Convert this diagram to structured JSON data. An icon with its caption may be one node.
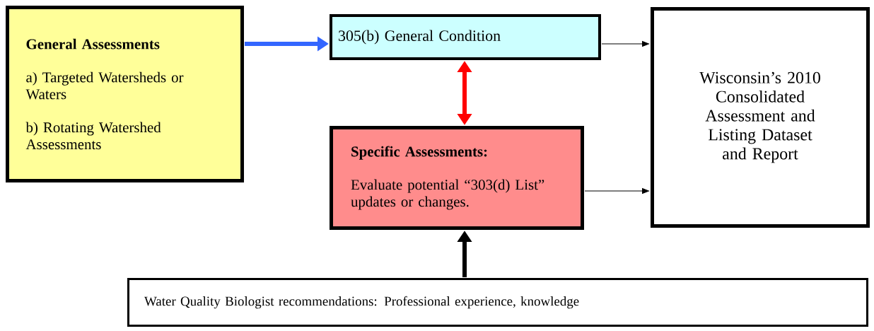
{
  "diagram": {
    "nodes": [
      {
        "text": [
          "General Assessments",
          "a) Targeted Watersheds or Waters",
          "b) Rotating Watershed Assessments"
        ]
      },
      {
        "text": [
          "305(b) General Condition"
        ]
      },
      {
        "text": [
          "Wisconsin’s 2010 Consolidated Assessment and Listing Dataset and Report"
        ]
      },
      {
        "text": [
          "Specific Assessments:",
          "Evaluate potential “303(d) List” updates or changes."
        ]
      },
      {
        "text": [
          "Water Quality Biologist recommendations: Professional experience, knowledge"
        ]
      }
    ],
    "edges": [
      {
        "from": 0,
        "to": 1,
        "arrow": "to",
        "color": "#3366ff"
      },
      {
        "from": 1,
        "to": 2,
        "arrow": "to"
      },
      {
        "from": 1,
        "to": 3,
        "arrow": "both",
        "color": "#ff0000"
      },
      {
        "from": 3,
        "to": 2,
        "arrow": "to"
      },
      {
        "from": 4,
        "to": 3,
        "arrow": "to"
      }
    ]
  }
}
